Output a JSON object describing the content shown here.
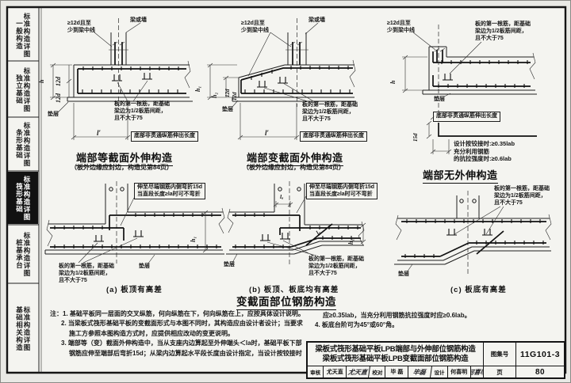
{
  "sidebar": {
    "items": [
      {
        "category": "一般构造",
        "label": "标准构造详图",
        "active": false
      },
      {
        "category": "独立基础",
        "label": "标准构造详图",
        "active": false
      },
      {
        "category": "条形基础",
        "label": "标准构造详图",
        "active": false
      },
      {
        "category": "筏形基础",
        "label": "标准构造详图",
        "active": true
      },
      {
        "category": "桩基承台",
        "label": "标准构造详图",
        "active": false
      },
      {
        "category": "基础相关构造",
        "label": "标准构造详图",
        "active": false
      }
    ]
  },
  "common": {
    "ann12_1": "≥12d且至",
    "ann12_2": "少到梁中线",
    "beam": "梁或墙",
    "dianceng": "垫层",
    "first1": "板的第一根筋，距基础",
    "first2": "梁边为1/2板筋间距，",
    "first3": "且不大于75",
    "bottom_box": "底部非贯通纵筋伸出长度",
    "bend1": "伸至尽端钢筋内侧弯折15d",
    "bend2": "当直段长度≥la时可不弯折",
    "dim_12d": "12d",
    "dim_15d": "15d",
    "dim_h": "h",
    "dim_h1": "h₁",
    "dim_h2": "h₂",
    "dim_l": "l′",
    "dim_la": "lₐ"
  },
  "fig1": {
    "title": "端部等截面外伸构造",
    "subtitle": "（板外边缘应封边，构造见第84页）"
  },
  "fig2": {
    "title": "端部变截面外伸构造",
    "subtitle": "（板外边缘应封边，构造见第84页）"
  },
  "fig3": {
    "title": "端部无外伸构造",
    "hinge1": "设计按铰接时:≥0.35lab",
    "hinge2": "充分利用钢筋",
    "hinge3": "的抗拉强度时:≥0.6lab"
  },
  "figa": {
    "caption": "(a) 板顶有高差"
  },
  "figb": {
    "caption": "(b) 板顶、板底均有高差"
  },
  "figc": {
    "caption": "(c) 板底有高差"
  },
  "section_title": "变截面部位钢筋构造",
  "notes": {
    "lines": [
      "注：1. 基础平板同一层面的交叉纵筋，何向纵筋在下，何向纵筋在上，应按具体设计说明。",
      "2. 当梁板式筏形基础平板的变截面形式与本图不同时，其构造应由设计者设计；当要求",
      "施工方参照本图构造方式时，应提供相应改动的变更说明。",
      "3. 端部等（变）截面外伸构造中，当从支座内边算起至外伸端头＜la时，基础平板下部",
      "钢筋应伸至端部后弯折15d；从梁内边算起水平段长度由设计指定，当设计按铰接时"
    ],
    "right_lines": [
      "应≥0.35lab，当充分利用钢筋抗拉强度时应≥0.6lab。",
      "4. 板底台阶可为45°或60°角。"
    ]
  },
  "titleblock": {
    "title_line1": "梁板式筏形基础平板LPB端部与外伸部位钢筋构造",
    "title_line2": "梁板式筏形基础平板LPB变截面部位钢筋构造",
    "atlas_label": "图集号",
    "atlas_no": "11G101-3",
    "page_label": "页",
    "page_no": "80",
    "sign": [
      {
        "label": "审核",
        "name": "尤天直",
        "sig": "尤天直"
      },
      {
        "label": "校对",
        "name": "毕 磊",
        "sig": "毕磊"
      },
      {
        "label": "设计",
        "name": "何喜明",
        "sig": "何喜明"
      }
    ]
  }
}
